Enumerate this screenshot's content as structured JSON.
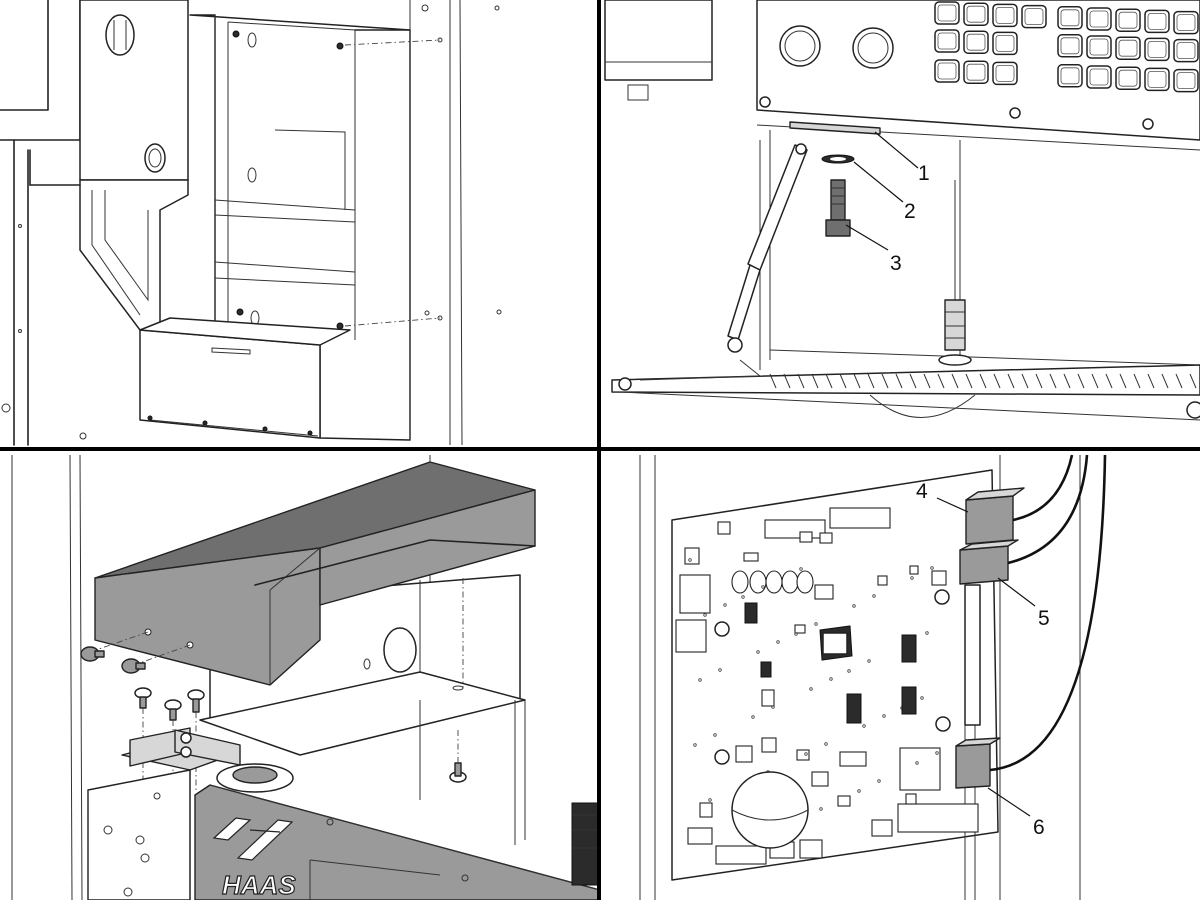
{
  "panels": [
    {
      "id": "top-left"
    },
    {
      "id": "top-right"
    },
    {
      "id": "bottom-left"
    },
    {
      "id": "bottom-right"
    }
  ],
  "callouts": {
    "c1": "1",
    "c2": "2",
    "c3": "3",
    "c4": "4",
    "c5": "5",
    "c6": "6"
  },
  "logo_text": "HAAS",
  "colors": {
    "line": "#222222",
    "divider": "#000000",
    "cover_grey": "#6f6f6f",
    "connector_grey": "#9a9a9a"
  }
}
